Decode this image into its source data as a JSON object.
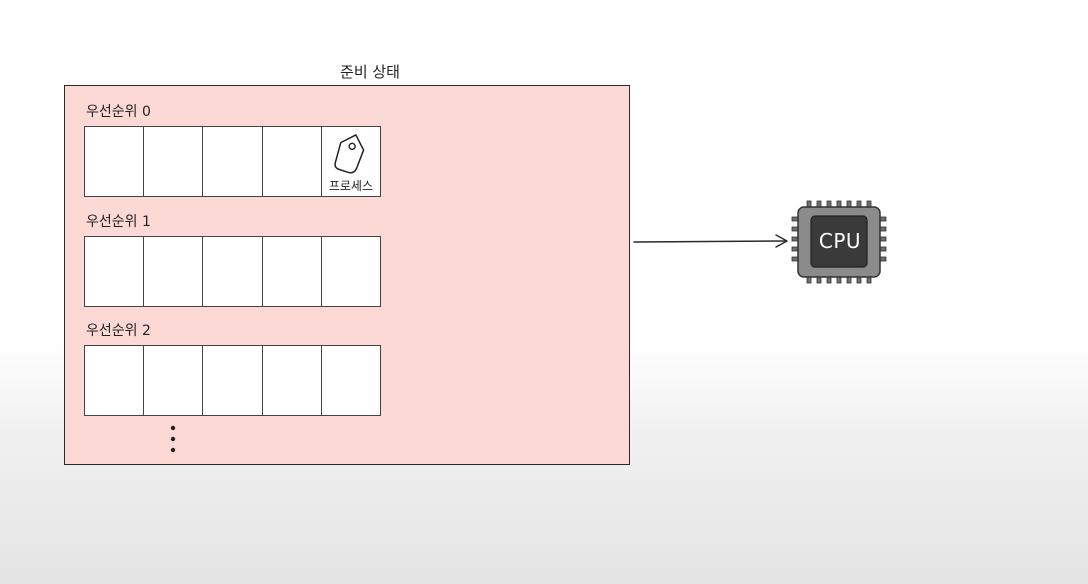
{
  "diagram": {
    "title": "준비 상태",
    "queues": [
      {
        "label": "우선순위 0",
        "slots": 5,
        "process_in_slot": 5
      },
      {
        "label": "우선순위 1",
        "slots": 5
      },
      {
        "label": "우선순위 2",
        "slots": 5
      }
    ],
    "process_label": "프로세스",
    "cpu_label": "CPU",
    "colors": {
      "ready_panel": "#fdd9d6",
      "cpu_body": "#8b8b8b",
      "cpu_core": "#3a3a3a",
      "stroke": "#2a2a2a"
    },
    "icons": [
      "tag-icon",
      "ellipsis-icon",
      "arrow-icon",
      "cpu-chip-icon"
    ]
  }
}
